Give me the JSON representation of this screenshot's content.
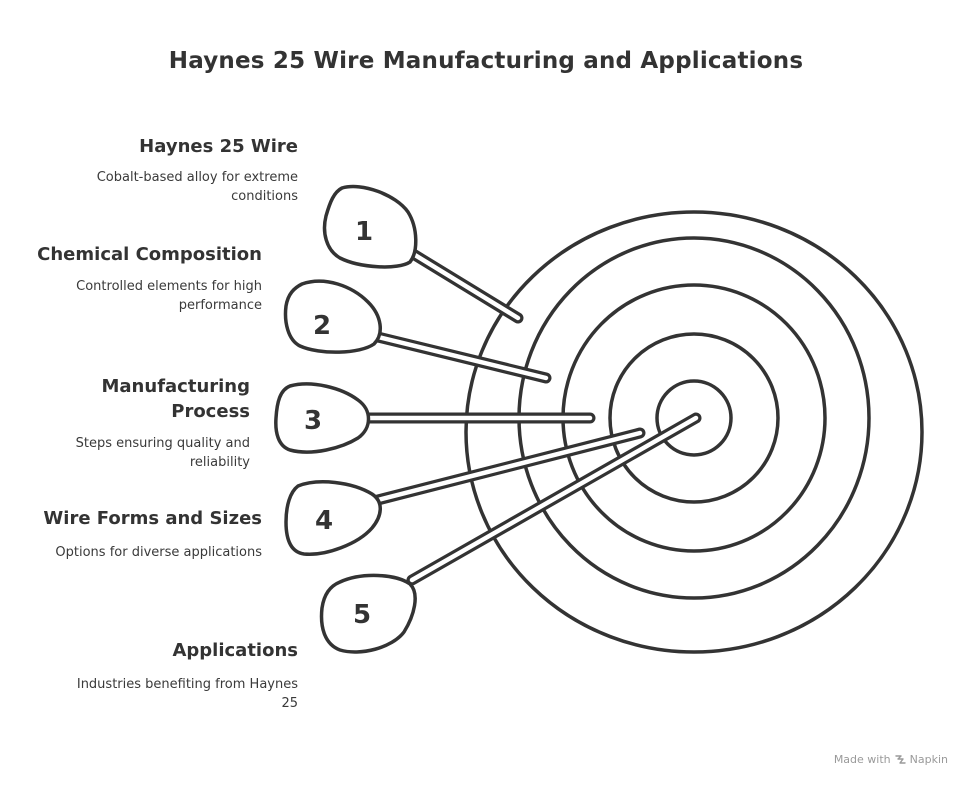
{
  "title": "Haynes 25 Wire Manufacturing and Applications",
  "items": [
    {
      "number": "1",
      "heading": "Haynes 25 Wire",
      "description": "Cobalt-based alloy for extreme conditions"
    },
    {
      "number": "2",
      "heading": "Chemical Composition",
      "description": "Controlled elements for high performance"
    },
    {
      "number": "3",
      "heading": "Manufacturing Process",
      "description": "Steps ensuring quality and reliability"
    },
    {
      "number": "4",
      "heading": "Wire Forms and Sizes",
      "description": "Options for diverse applications"
    },
    {
      "number": "5",
      "heading": "Applications",
      "description": "Industries benefiting from Haynes 25"
    }
  ],
  "footer": {
    "made_with": "Made with",
    "brand": "Napkin",
    "brand_icon": "napkin-logo-icon"
  },
  "colors": {
    "stroke": "#333333",
    "text": "#333333",
    "footer": "#9a9a9a",
    "background": "#ffffff"
  }
}
